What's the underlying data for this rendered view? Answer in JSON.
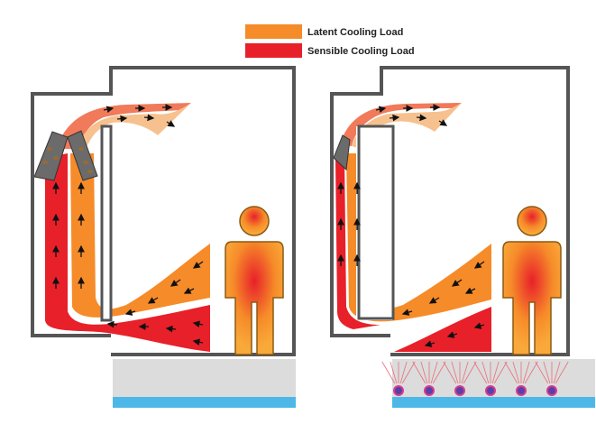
{
  "legend": {
    "items": [
      {
        "label": "Latent Cooling Load",
        "color": "#f68b29"
      },
      {
        "label": "Sensible Cooling Load",
        "color": "#e8202a"
      }
    ]
  },
  "colors": {
    "wall": "#555555",
    "slab": "#dcdcdc",
    "water": "#4db8e8",
    "coil": "#6b6b6b",
    "supply_warm": "#f07a5a",
    "supply_cool": "#f6c18f"
  },
  "panels": [
    {
      "name": "all-air-system"
    },
    {
      "name": "radiant-floor-system"
    }
  ]
}
